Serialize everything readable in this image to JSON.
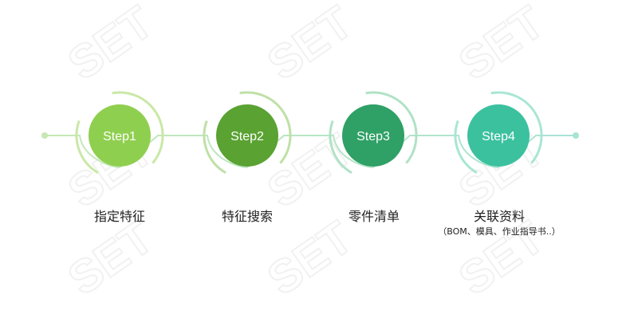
{
  "watermark": {
    "text": "SET",
    "color": "#e6e6e6"
  },
  "timeline": {
    "color": "#c2e6b9",
    "color_end": "#a8e0d3"
  },
  "steps": [
    {
      "label": "Step1",
      "title": "指定特征",
      "circle_color": "#8fcf4f",
      "arc_color": "#c9e8a6"
    },
    {
      "label": "Step2",
      "title": "特征搜索",
      "circle_color": "#5aa232",
      "arc_color": "#bfe0a6"
    },
    {
      "label": "Step3",
      "title": "零件清单",
      "circle_color": "#2fa066",
      "arc_color": "#b0e2c6"
    },
    {
      "label": "Step4",
      "title": "关联资料",
      "subtitle": "（BOM、模具、作业指导书..）",
      "circle_color": "#3cc19f",
      "arc_color": "#a8e6d4"
    }
  ]
}
